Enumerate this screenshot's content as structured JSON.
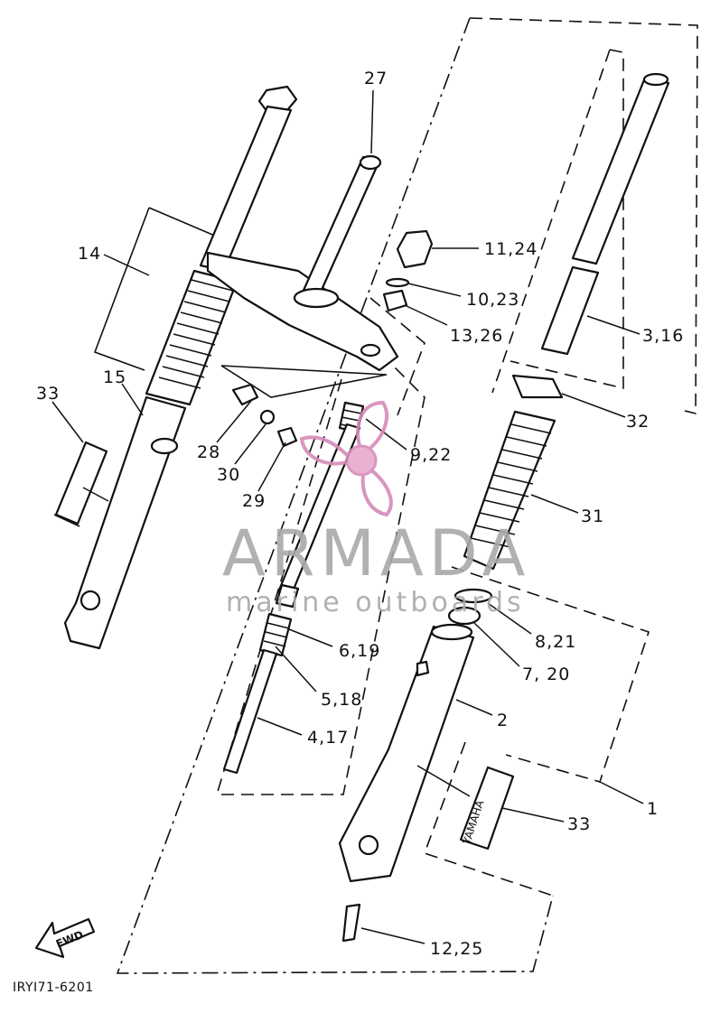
{
  "diagram": {
    "drawing_code": "IRYI71-6201",
    "fwd_label": "FWD",
    "brand_decal": "YAMAHA",
    "callouts": [
      {
        "id": "c27",
        "text": "27"
      },
      {
        "id": "c14",
        "text": "14"
      },
      {
        "id": "c15",
        "text": "15"
      },
      {
        "id": "c33a",
        "text": "33"
      },
      {
        "id": "c11",
        "text": "11,24"
      },
      {
        "id": "c10",
        "text": "10,23"
      },
      {
        "id": "c13",
        "text": "13,26"
      },
      {
        "id": "c3",
        "text": "3,16"
      },
      {
        "id": "c32",
        "text": "32"
      },
      {
        "id": "c28",
        "text": "28"
      },
      {
        "id": "c30",
        "text": "30"
      },
      {
        "id": "c29",
        "text": "29"
      },
      {
        "id": "c9",
        "text": "9,22"
      },
      {
        "id": "c31",
        "text": "31"
      },
      {
        "id": "c8",
        "text": "8,21"
      },
      {
        "id": "c7",
        "text": "7, 20"
      },
      {
        "id": "c6",
        "text": "6,19"
      },
      {
        "id": "c5",
        "text": "5,18"
      },
      {
        "id": "c4",
        "text": "4,17"
      },
      {
        "id": "c2",
        "text": "2"
      },
      {
        "id": "c1",
        "text": "1"
      },
      {
        "id": "c33b",
        "text": "33"
      },
      {
        "id": "c12",
        "text": "12,25"
      }
    ]
  },
  "watermark": {
    "title": "ARMADA",
    "subtitle": "marine outboards",
    "logo_color": "#e8a9cf",
    "logo_outline": "#d58bb8",
    "text_color": "#a9a9a9"
  }
}
